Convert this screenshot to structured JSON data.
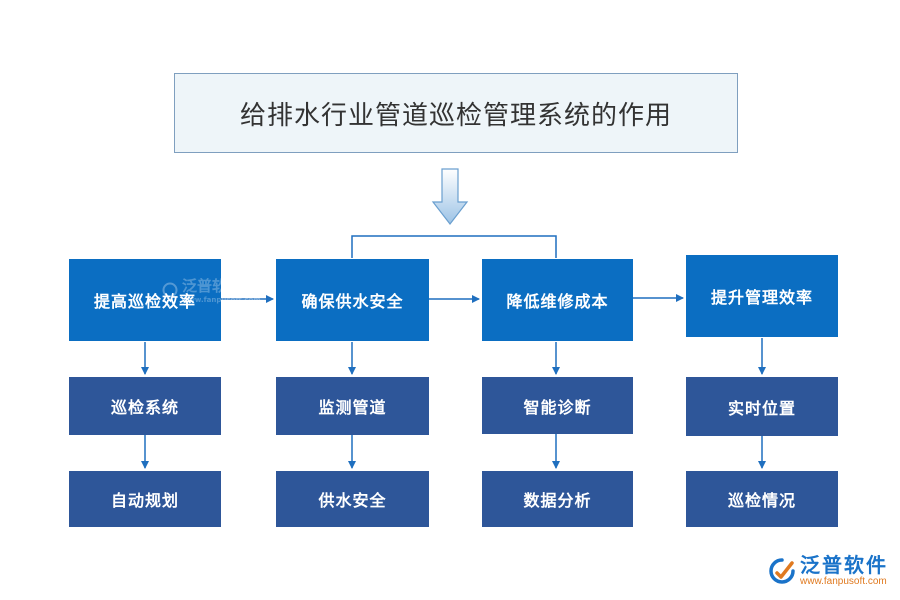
{
  "title": "给排水行业管道巡检管理系统的作用",
  "columns": [
    {
      "category": "提高巡检效率",
      "items": [
        "巡检系统",
        "自动规划"
      ]
    },
    {
      "category": "确保供水安全",
      "items": [
        "监测管道",
        "供水安全"
      ]
    },
    {
      "category": "降低维修成本",
      "items": [
        "智能诊断",
        "数据分析"
      ]
    },
    {
      "category": "提升管理效率",
      "items": [
        "实时位置",
        "巡检情况"
      ]
    }
  ],
  "watermark": {
    "name": "泛普软件",
    "url": "www.fanpusoft.com"
  },
  "colors": {
    "category_box": "#0b6ec2",
    "item_box": "#2e5699",
    "connector": "#1f6fbf",
    "title_bg": "#eef5f9",
    "logo_name": "#1a73c9",
    "logo_url": "#e07a20"
  },
  "icons": {
    "flow_arrow": "down-arrow-icon",
    "logo": "fanpu-logo-icon"
  }
}
